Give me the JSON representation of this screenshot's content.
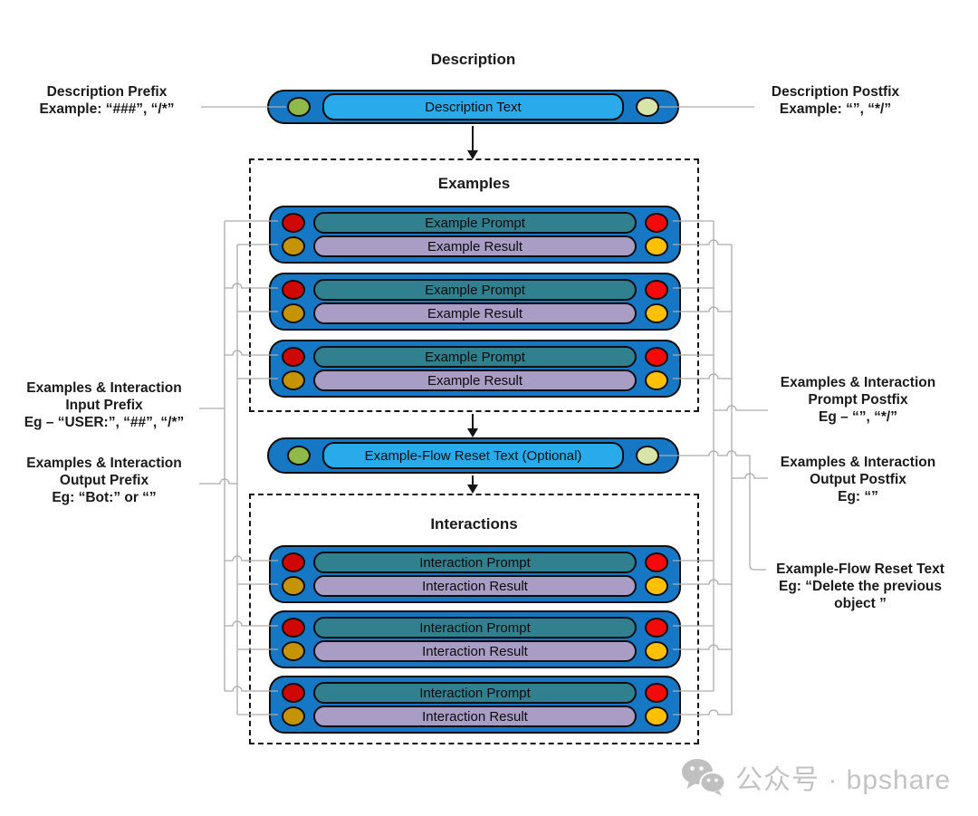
{
  "diagram": {
    "description": {
      "title": "Description",
      "pill_text": "Description Text"
    },
    "examples": {
      "title": "Examples",
      "rows": [
        {
          "prompt": "Example Prompt",
          "result": "Example Result"
        },
        {
          "prompt": "Example Prompt",
          "result": "Example Result"
        },
        {
          "prompt": "Example Prompt",
          "result": "Example Result"
        }
      ]
    },
    "reset": {
      "pill_text": "Example-Flow Reset Text (Optional)"
    },
    "interactions": {
      "title": "Interactions",
      "rows": [
        {
          "prompt": "Interaction Prompt",
          "result": "Interaction Result"
        },
        {
          "prompt": "Interaction Prompt",
          "result": "Interaction Result"
        },
        {
          "prompt": "Interaction Prompt",
          "result": "Interaction Result"
        }
      ]
    }
  },
  "annotations": {
    "left": [
      {
        "lines": [
          "Description Prefix",
          "Example: “###”, “/*”"
        ]
      },
      {
        "lines": [
          "Examples & Interaction",
          "Input Prefix",
          "Eg – “USER:”, “##”, “/*”"
        ]
      },
      {
        "lines": [
          "Examples & Interaction",
          "Output Prefix",
          "Eg: “Bot:” or “”"
        ]
      }
    ],
    "right": [
      {
        "lines": [
          "Description Postfix",
          "Example: “”,  “*/”"
        ]
      },
      {
        "lines": [
          "Examples & Interaction",
          "Prompt Postfix",
          "Eg – “”, “*/”"
        ]
      },
      {
        "lines": [
          "Examples & Interaction",
          "Output Postfix",
          "Eg: “”"
        ]
      },
      {
        "lines": [
          "Example-Flow Reset Text",
          "Eg: “Delete the previous",
          "object ”"
        ]
      }
    ]
  },
  "watermark": {
    "icon": "wechat-icon",
    "text": "公众号 · bpshare"
  },
  "colors": {
    "container_blue": "#1677C5",
    "light_blue_pill": "#29ABEB",
    "teal_pill": "#31808F",
    "purple_pill": "#A99CC5",
    "red_left_marker": "#CF0707",
    "red_right_marker": "#F40A0A",
    "gold_left_marker": "#C49405",
    "yellow_right_marker": "#FFC003",
    "olive_marker": "#8FBA4A",
    "pale_green_marker": "#D8E5A8",
    "connector_gray": "#ACACAC",
    "watermark_gray": "#C3C3C3"
  }
}
